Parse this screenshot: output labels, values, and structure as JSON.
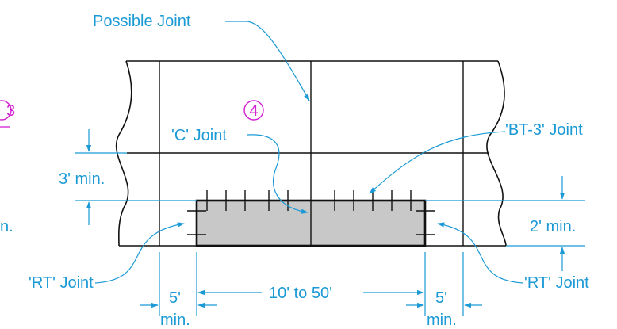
{
  "colors": {
    "line": "#111111",
    "annotation": "#1b9ad6",
    "callout": "#d21fd2",
    "patch_fill": "#c8c8c8"
  },
  "labels": {
    "possible_joint": "Possible Joint",
    "c_joint": "'C' Joint",
    "bt3_joint": "'BT-3' Joint",
    "rt_joint_left": "'RT' Joint",
    "rt_joint_right": "'RT' Joint",
    "three_min": "3' min.",
    "two_min": "2' min.",
    "five_left": "5'",
    "min_left": "min.",
    "ten_to_fifty": "10' to 50'",
    "five_right": "5'",
    "min_right": "min.",
    "partial_n": "n."
  },
  "callouts": {
    "four": "4",
    "three_partial": "3"
  }
}
